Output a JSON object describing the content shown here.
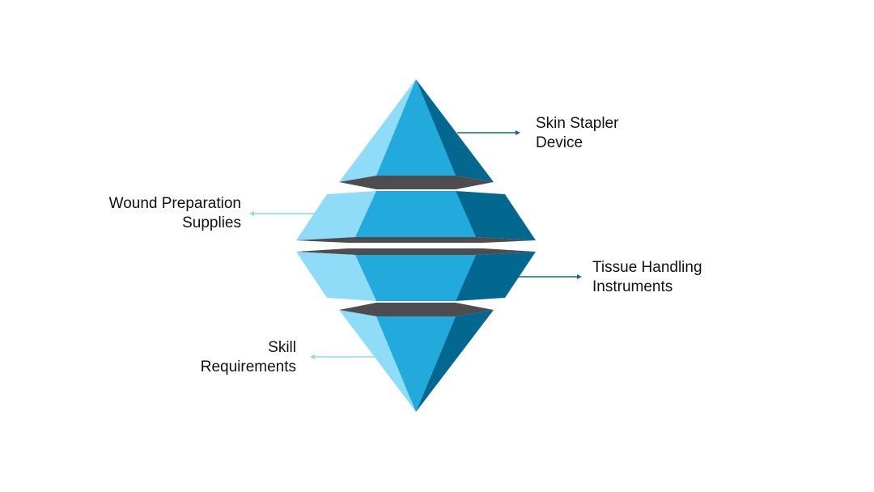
{
  "labels": {
    "top_right": {
      "line1": "Skin Stapler",
      "line2": "Device"
    },
    "mid_left": {
      "line1": "Wound Preparation",
      "line2": "Supplies"
    },
    "mid_right": {
      "line1": "Tissue Handling",
      "line2": "Instruments"
    },
    "bottom_left": {
      "line1": "Skill",
      "line2": "Requirements"
    }
  },
  "colors": {
    "facet_light": "#8EDCF8",
    "facet_mid": "#22AADD",
    "facet_dark": "#03688F",
    "band": "#4D4D4F",
    "connector_dark": "#0B6A93",
    "connector_light": "#8DD6F2"
  }
}
